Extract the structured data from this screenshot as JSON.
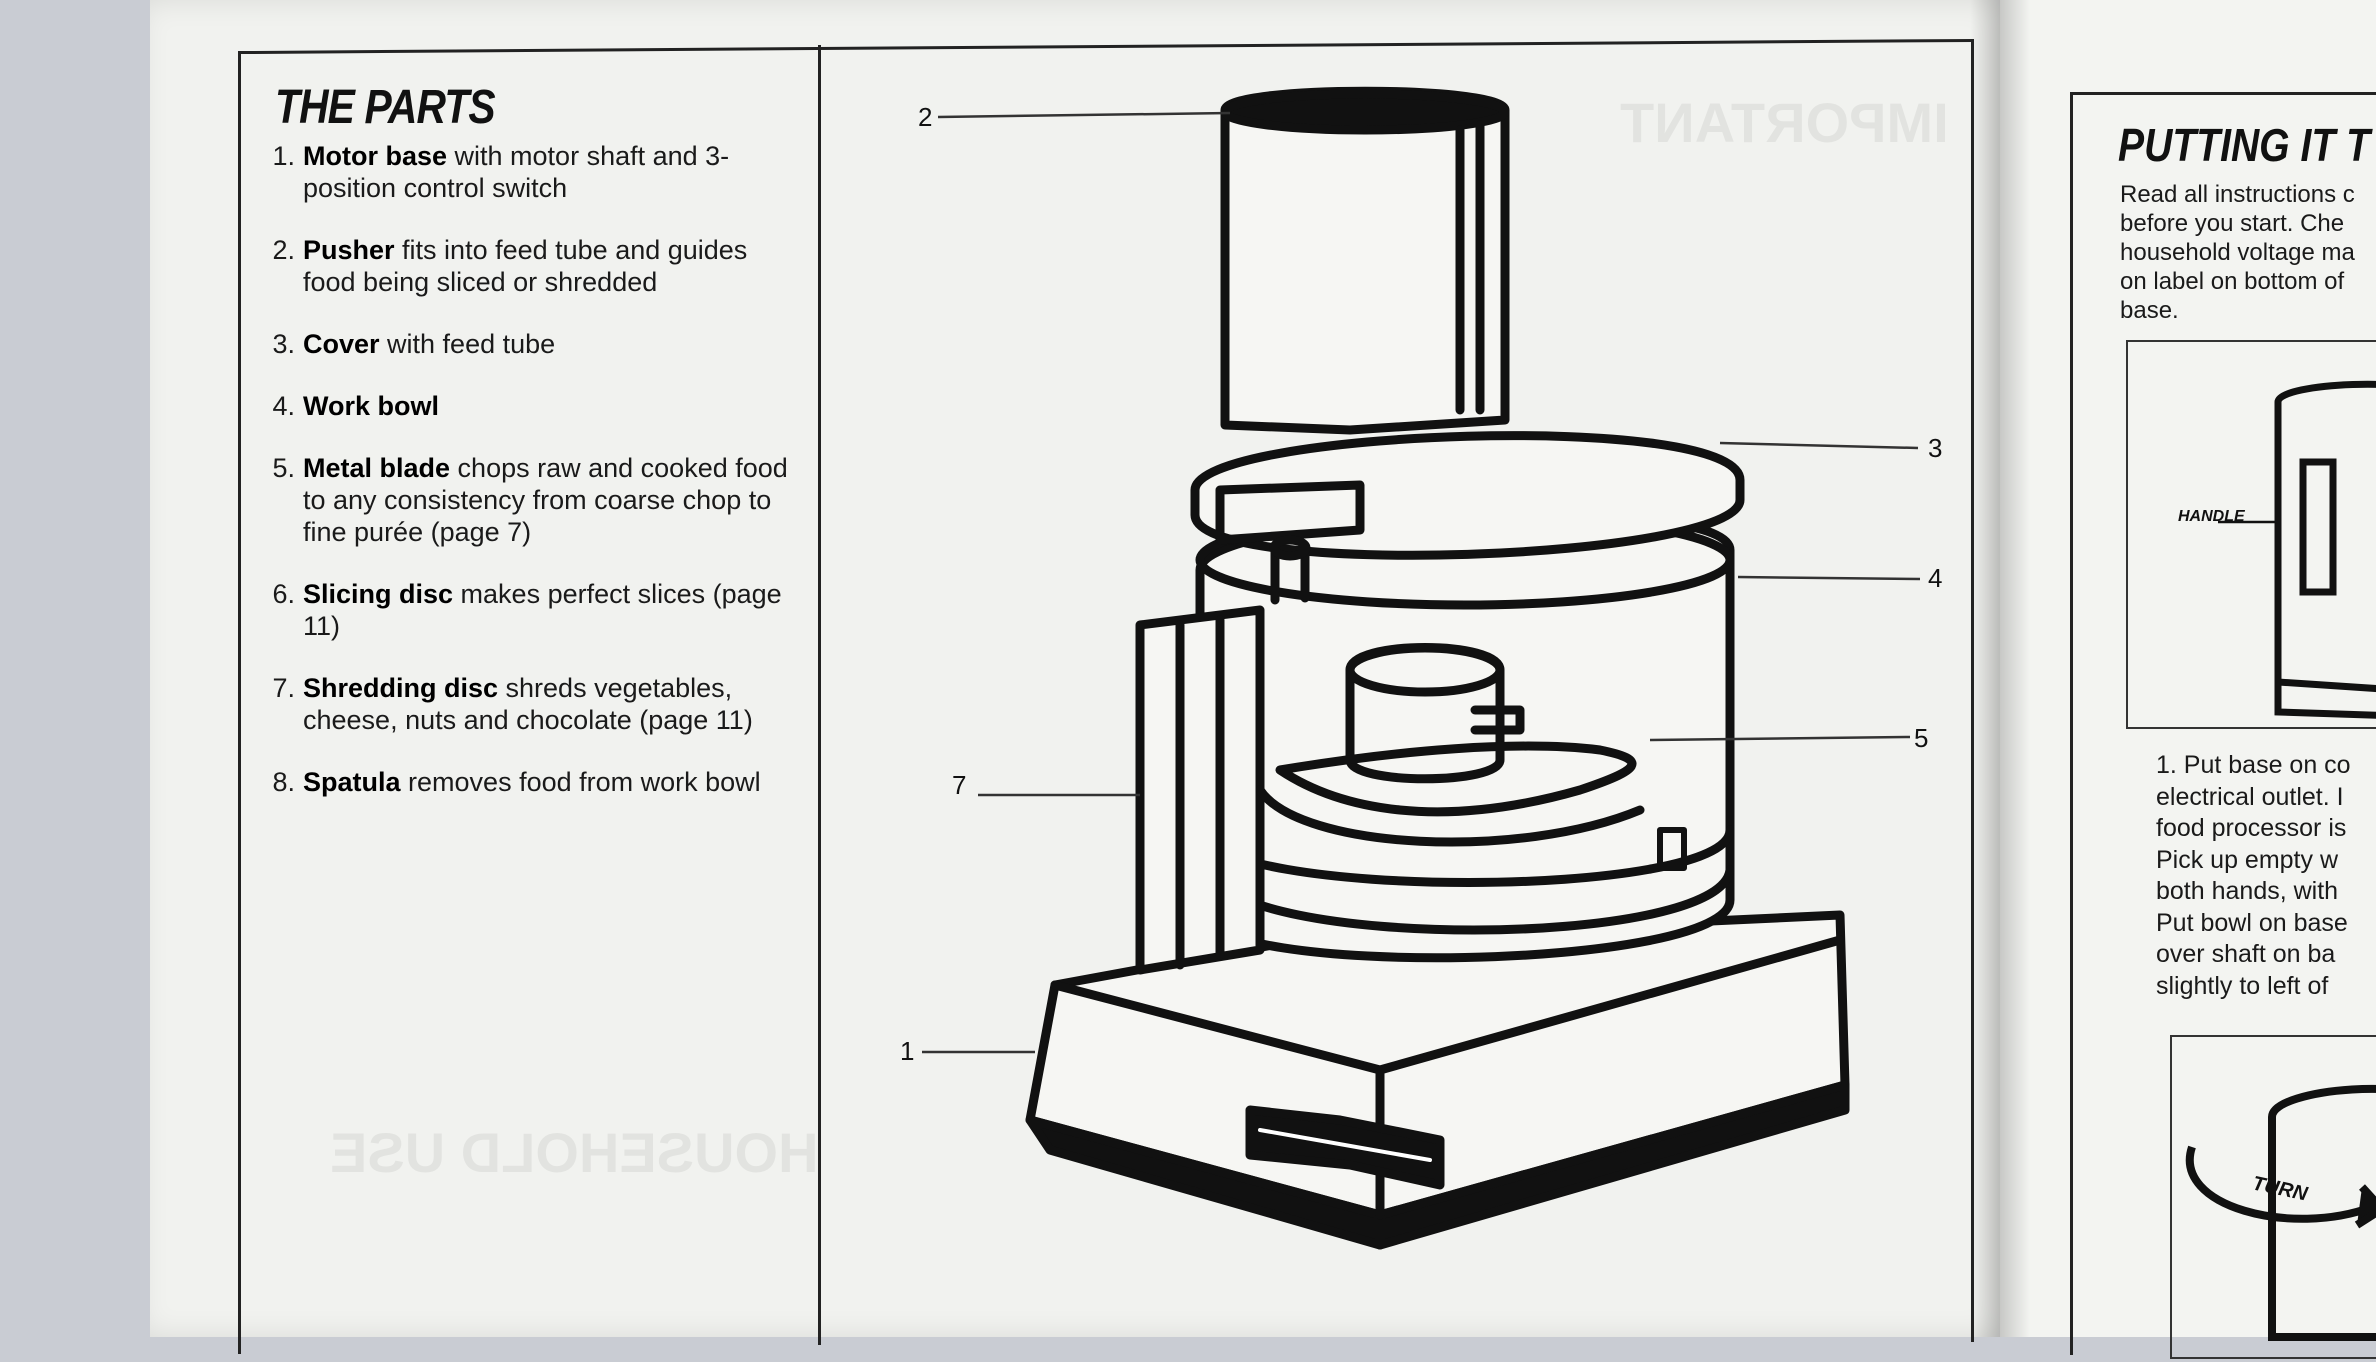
{
  "parts_section": {
    "title": "THE PARTS",
    "items": [
      {
        "num": "1.",
        "name": "Motor base",
        "desc": " with motor shaft and 3-position control switch"
      },
      {
        "num": "2.",
        "name": "Pusher",
        "desc": " fits into feed tube and guides food being sliced or shredded"
      },
      {
        "num": "3.",
        "name": "Cover",
        "desc": " with feed tube"
      },
      {
        "num": "4.",
        "name": "Work bowl",
        "desc": ""
      },
      {
        "num": "5.",
        "name": "Metal blade",
        "desc": " chops raw and cooked food to any consistency from coarse chop to fine purée (page 7)"
      },
      {
        "num": "6.",
        "name": "Slicing disc",
        "desc": " makes perfect slices (page 11)"
      },
      {
        "num": "7.",
        "name": "Shredding disc",
        "desc": " shreds vegetables, cheese, nuts and chocolate (page 11)"
      },
      {
        "num": "8.",
        "name": "Spatula",
        "desc": " removes food from work bowl"
      }
    ]
  },
  "illustration": {
    "callouts": [
      "1",
      "2",
      "3",
      "4",
      "5",
      "7"
    ]
  },
  "right_page": {
    "title": "PUTTING IT T",
    "intro": "Read all instructions c\nbefore you start.  Che\nhousehold voltage ma\non label on bottom of\nbase.",
    "handle_label": "HANDLE",
    "step1": "1. Put base on co\nelectrical outlet.  I\nfood processor is\nPick up empty w\nboth hands, with\nPut bowl on base\nover shaft on ba\nslightly to left of",
    "turn_label": "TURN"
  }
}
